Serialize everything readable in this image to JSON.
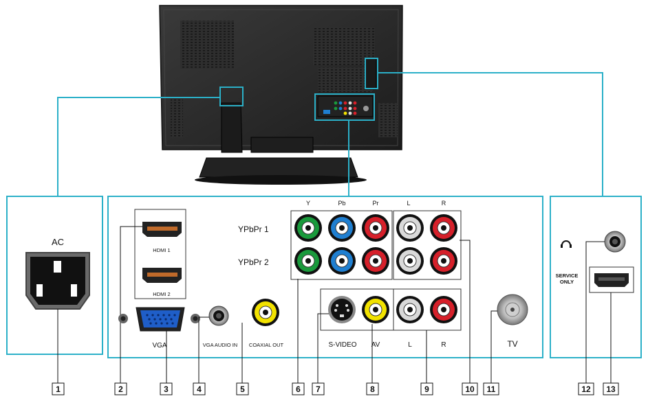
{
  "labels": {
    "ac": "AC",
    "hdmi1": "HDMI 1",
    "hdmi2": "HDMI 2",
    "vga": "VGA",
    "vga_audio_in": "VGA AUDIO IN",
    "coaxial_out": "COAXIAL OUT",
    "ypbpr1": "YPbPr 1",
    "ypbpr2": "YPbPr 2",
    "y": "Y",
    "pb": "Pb",
    "pr": "Pr",
    "l_top": "L",
    "r_top": "R",
    "svideo": "S-VIDEO",
    "av": "AV",
    "l_bottom": "L",
    "r_bottom": "R",
    "tv": "TV",
    "service_line1": "SERVICE",
    "service_line2": "ONLY"
  },
  "callouts": [
    "1",
    "2",
    "3",
    "4",
    "5",
    "6",
    "7",
    "8",
    "9",
    "10",
    "11",
    "12",
    "13"
  ],
  "colors": {
    "line": "#2bb0c8",
    "tv_body": "#2b2b2b",
    "jack_green": "#1a9a3c",
    "jack_blue": "#1f7fd1",
    "jack_red": "#d6202a",
    "jack_white": "#d9d9d9",
    "jack_yellow": "#f2e200"
  },
  "icons": [
    "headphone-icon",
    "ac-socket-icon",
    "hdmi-port-icon",
    "vga-port-icon"
  ]
}
